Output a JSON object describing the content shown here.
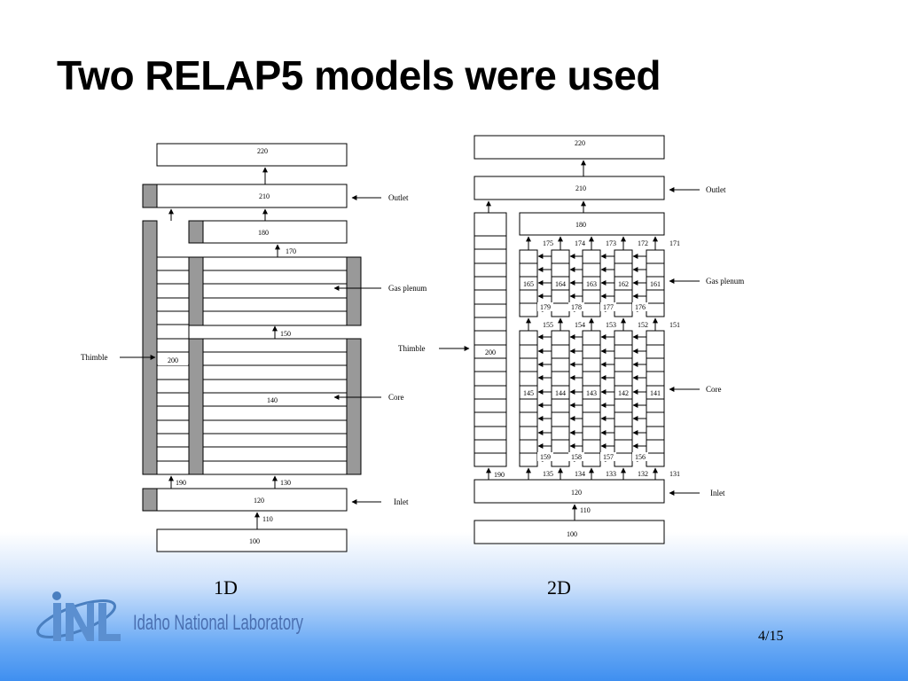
{
  "slide": {
    "title": "Two RELAP5 models were used",
    "page": "4/15"
  },
  "logo": {
    "mark": "INL",
    "text": "Idaho National Laboratory"
  },
  "diagram_1d": {
    "caption": "1D",
    "labels": {
      "c220": "220",
      "c210": "210",
      "c180": "180",
      "c170": "170",
      "c150": "150",
      "c200": "200",
      "c140": "140",
      "c190": "190",
      "c130": "130",
      "c120": "120",
      "c110": "110",
      "c100": "100"
    },
    "annotations": {
      "outlet": "Outlet",
      "gas_plenum": "Gas plenum",
      "thimble": "Thimble",
      "core": "Core",
      "inlet": "Inlet"
    }
  },
  "diagram_2d": {
    "caption": "2D",
    "labels": {
      "c220": "220",
      "c210": "210",
      "c180": "180",
      "c200": "200",
      "c190": "190",
      "c120": "120",
      "c110": "110",
      "c100": "100",
      "top_junctions": [
        "175",
        "174",
        "173",
        "172",
        "171"
      ],
      "plenum_channels": [
        "165",
        "164",
        "163",
        "162",
        "161"
      ],
      "plenum_cross": [
        "179",
        "178",
        "177",
        "176"
      ],
      "mid_junctions": [
        "155",
        "154",
        "153",
        "152",
        "151"
      ],
      "core_channels": [
        "145",
        "144",
        "143",
        "142",
        "141"
      ],
      "core_cross": [
        "159",
        "158",
        "157",
        "156"
      ],
      "bottom_junctions": [
        "135",
        "134",
        "133",
        "132",
        "131"
      ]
    },
    "annotations": {
      "outlet": "Outlet",
      "gas_plenum": "Gas plenum",
      "thimble": "Thimble",
      "core": "Core",
      "inlet": "Inlet"
    }
  }
}
